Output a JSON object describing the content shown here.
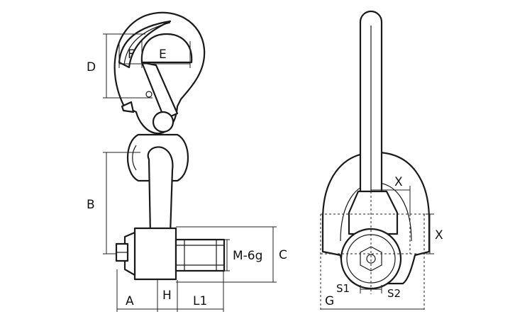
{
  "labels": {
    "A": "A",
    "B": "B",
    "C": "C",
    "D": "D",
    "E": "E",
    "F": "F",
    "G": "G",
    "H": "H",
    "L1": "L1",
    "thread": "M-6g",
    "S1": "S1",
    "S2": "S2",
    "X_top": "X",
    "X_side": "X"
  }
}
